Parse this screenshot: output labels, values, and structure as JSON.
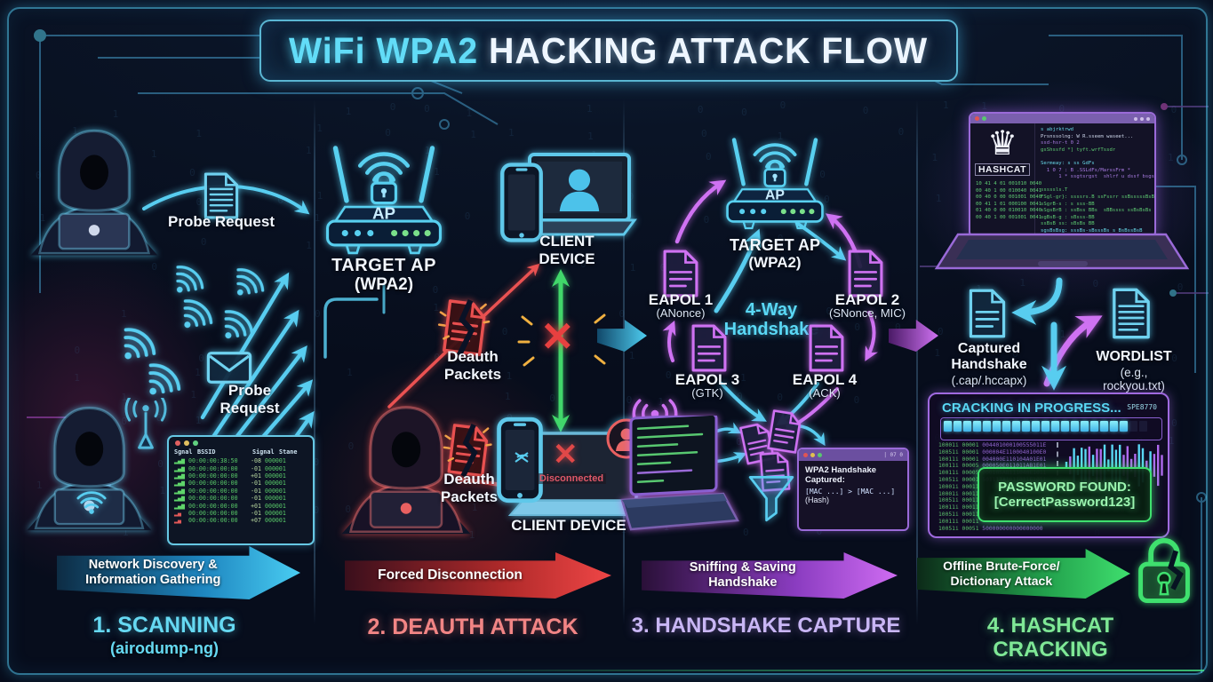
{
  "title": {
    "highlight": "WiFi WPA2",
    "rest": " HACKING ATTACK FLOW"
  },
  "common": {
    "ap": "AP"
  },
  "stage1": {
    "probe_request_top": "Probe Request",
    "probe_request_bottom_1": "Probe",
    "probe_request_bottom_2": "Request",
    "target_ap": "TARGET AP",
    "target_ap_sub": "(WPA2)",
    "terminal": {
      "h1": "Sgnal",
      "h2": "BSSID",
      "h3": "Signal",
      "h4": "Stane",
      "rows": [
        {
          "bar": "▂▄▆",
          "mac": "00:00:00:38:50",
          "sig": "-08",
          "st": "000001",
          "red": false
        },
        {
          "bar": "▂▄▆",
          "mac": "00:00:00:00:00",
          "sig": "-01",
          "st": "000001",
          "red": false
        },
        {
          "bar": "▂▄▆",
          "mac": "00:00:00:00:00",
          "sig": "+01",
          "st": "000001",
          "red": false
        },
        {
          "bar": "▂▄▆",
          "mac": "00:00:00:00:00",
          "sig": "-01",
          "st": "000001",
          "red": false
        },
        {
          "bar": "▂▄▆",
          "mac": "00:00:00:00:00",
          "sig": "-01",
          "st": "000001",
          "red": false
        },
        {
          "bar": "▂▄▆",
          "mac": "00:00:00:00:00",
          "sig": "-01",
          "st": "000001",
          "red": false
        },
        {
          "bar": "▂▄▆",
          "mac": "00:00:00:00:00",
          "sig": "+01",
          "st": "000001",
          "red": false
        },
        {
          "bar": "▂▄",
          "mac": "00:00:00:00:00",
          "sig": "-01",
          "st": "000001",
          "red": true
        },
        {
          "bar": "▂▄",
          "mac": "00:00:00:00:00",
          "sig": "+07",
          "st": "000001",
          "red": true
        }
      ]
    },
    "banner_1": "Network Discovery &",
    "banner_2": "Information Gathering",
    "label": "1. SCANNING",
    "sublabel": "(airodump-ng)"
  },
  "stage2": {
    "client_top_1": "CLIENT",
    "client_top_2": "DEVICE",
    "deauth_1a": "Deauth",
    "deauth_1b": "Packets",
    "deauth_2a": "Deauth",
    "deauth_2b": "Packets",
    "x_mark": "✕",
    "disconnected": "Disconnected",
    "client_bottom": "CLIENT DEVICE",
    "banner_1": "Forced Disconnection",
    "label": "2. DEAUTH ATTACK"
  },
  "stage3": {
    "target_ap": "TARGET AP",
    "target_ap_sub": "(WPA2)",
    "center_1": "4-Way",
    "center_2": "Handshake",
    "eapol1_t": "EAPOL 1",
    "eapol1_s": "(ANonce)",
    "eapol2_t": "EAPOL 2",
    "eapol2_s": "(SNonce, MIC)",
    "eapol3_t": "EAPOL 3",
    "eapol3_s": "(GTK)",
    "eapol4_t": "EAPOL 4",
    "eapol4_s": "(ACK)",
    "window": {
      "corner": "| 07 0",
      "line1": "WPA2 Handshake",
      "line2": "Captured:",
      "line3": "[MAC ...] > [MAC ...]",
      "line4": "(Hash)"
    },
    "banner_1": "Sniffing & Saving",
    "banner_2": "Handshake",
    "label": "3. HANDSHAKE CAPTURE"
  },
  "stage4": {
    "logo_glyph": "♛",
    "hashcat": "HASHCAT",
    "screen_left_lines": [
      "10 41 4 01 001010 0040",
      "00 40 1 00 010040 0041",
      "00 40 0 00 001001 0040",
      "00 41 1 01 000100 0041",
      "01 40 0 00 010010 0040",
      "00 40 1 00 001001 0041"
    ],
    "code_lines": [
      {
        "c": "cy",
        "t": "s abjrktrwd"
      },
      {
        "c": "wh",
        "t": "Prsnssolng: W R.sseem waseet..."
      },
      {
        "c": "pu",
        "t": "ssd-hsr-t 0 2"
      },
      {
        "c": "gr",
        "t": "gsShssfd *] tyft.wrfTssdr"
      },
      {
        "c": "wh",
        "t": ""
      },
      {
        "c": "cy",
        "t": "Sermeay: s ss GdFs"
      },
      {
        "c": "pu",
        "t": "  1 0 7 : B .SSLdFs/MarssFrm *"
      },
      {
        "c": "pu",
        "t": "      1 * ssgtsrgst  shlrf u dssf bsgssrt"
      },
      {
        "c": "wh",
        "t": ""
      },
      {
        "c": "gr",
        "t": "sssssls.T"
      },
      {
        "c": "gr",
        "t": "FSgl-gr}: ssssrs.B ssFssrr ssBsssssBsBsslsBsL"
      },
      {
        "c": "gr",
        "t": "sSgrB-s : s sss-BB"
      },
      {
        "c": "gr",
        "t": "sSgsBrB : ssBss BBs  sBBssss ssBsBsBs"
      },
      {
        "c": "gr",
        "t": "sgBsB-g : sBsss-BB"
      },
      {
        "c": "gr",
        "t": "ssBsB ss: sBsBs BB"
      },
      {
        "c": "cy",
        "t": "sgsBsBsg: sssBs-sBsssBs s BsBssBsB"
      },
      {
        "c": "gr",
        "t": "sBBsB sB B"
      }
    ],
    "captured_1": "Captured",
    "captured_2": "Handshake",
    "captured_sub": "(.cap/.hccapx)",
    "wordlist": "WORDLIST",
    "wordlist_sub": "(e.g., rockyou.txt)",
    "cracking": {
      "title": "CRACKING IN PROGRESS...",
      "speed": "SPE8770",
      "progress_total": 21,
      "progress_filled": 19,
      "hex_rows": [
        {
          "a": "10001i 00001",
          "b": " 004401000100555011E"
        },
        {
          "a": "10051i 00001",
          "b": " 000004E1100040100E0"
        },
        {
          "a": "10011i 00001",
          "b": " 004000E110104A01E01"
        },
        {
          "a": "10011i 00005",
          "b": " 000050E011011AB1E01"
        },
        {
          "a": "10011i 00005",
          "b": " 000105AB111040E1011"
        },
        {
          "a": "10051i 00001",
          "b": " 501111A1011011E1011"
        },
        {
          "a": "10001i 00011",
          "b": ""
        },
        {
          "a": "10001i 00011",
          "b": ""
        },
        {
          "a": "10051i 00011",
          "b": ""
        },
        {
          "a": "10011i 00011",
          "b": ""
        },
        {
          "a": "10051i 00011",
          "b": ""
        },
        {
          "a": "10011i 00011",
          "b": ""
        },
        {
          "a": "10051i 00051",
          "b": " 500000000000000000"
        }
      ],
      "password_label": "PASSWORD FOUND:",
      "password_value": "[CerrectPassword123]"
    },
    "banner_1": "Offline Brute-Force/",
    "banner_2": "Dictionary Attack",
    "label": "4. HASHCAT CRACKING"
  }
}
